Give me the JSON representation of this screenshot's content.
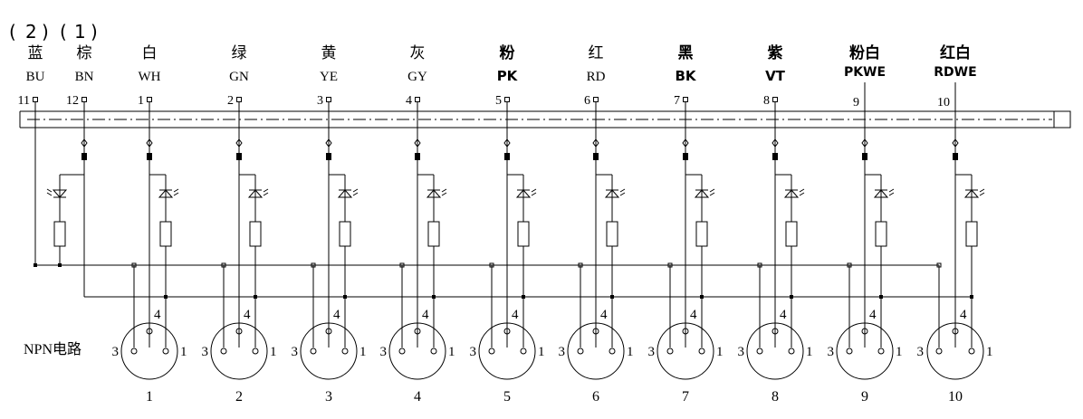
{
  "groups": {
    "left": "2",
    "right": "1"
  },
  "supply": [
    {
      "cn": "蓝",
      "code": "BU",
      "pin": "11"
    },
    {
      "cn": "棕",
      "code": "BN",
      "pin": "12"
    }
  ],
  "channels": [
    {
      "cn": "白",
      "code": "WH",
      "pin": "1",
      "port": "1"
    },
    {
      "cn": "绿",
      "code": "GN",
      "pin": "2",
      "port": "2"
    },
    {
      "cn": "黄",
      "code": "YE",
      "pin": "3",
      "port": "3"
    },
    {
      "cn": "灰",
      "code": "GY",
      "pin": "4",
      "port": "4"
    },
    {
      "cn": "粉",
      "code": "PK",
      "pin": "5",
      "port": "5"
    },
    {
      "cn": "红",
      "code": "RD",
      "pin": "6",
      "port": "6"
    },
    {
      "cn": "黑",
      "code": "BK",
      "pin": "7",
      "port": "7"
    },
    {
      "cn": "紫",
      "code": "VT",
      "pin": "8",
      "port": "8"
    },
    {
      "cn": "粉白",
      "code": "PKWE",
      "pin": "9",
      "port": "9"
    },
    {
      "cn": "红白",
      "code": "RDWE",
      "pin": "10",
      "port": "10"
    }
  ],
  "connector_pins": {
    "left": "3",
    "top": "4",
    "right": "1"
  },
  "circuit_label": "NPN电路"
}
